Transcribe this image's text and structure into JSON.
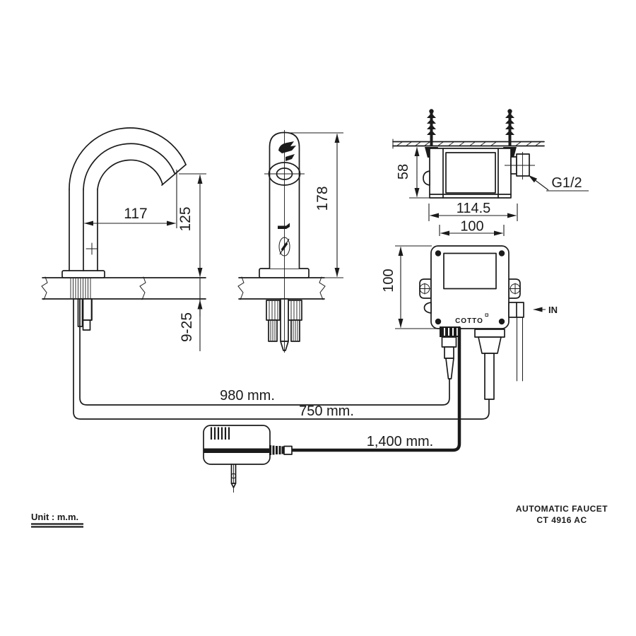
{
  "drawing": {
    "unit_note": "Unit : m.m.",
    "title_line1": "AUTOMATIC FAUCET",
    "title_line2": "CT 4916 AC",
    "brand_logo": "COTTO",
    "ink_color": "#1b1b1b",
    "paper_color": "#ffffff"
  },
  "dimensions": {
    "spout_reach": "117",
    "spout_height": "125",
    "deck_thickness": "9-25",
    "faucet_height": "178",
    "box_depth": "58",
    "thread_size": "G1/2",
    "box_width_outer": "114.5",
    "box_width_inner": "100",
    "box_height": "100",
    "inlet_label": "IN"
  },
  "cables": {
    "sensor_cable_length": "980 mm.",
    "hose_length": "750 mm.",
    "power_cable_length": "1,400 mm."
  },
  "icons": {
    "sensor": "hand-wave-sensor-icon",
    "eye": "sensor-eye-icon",
    "anchor": "wall-anchor-icon",
    "screw": "cross-screw-icon"
  }
}
